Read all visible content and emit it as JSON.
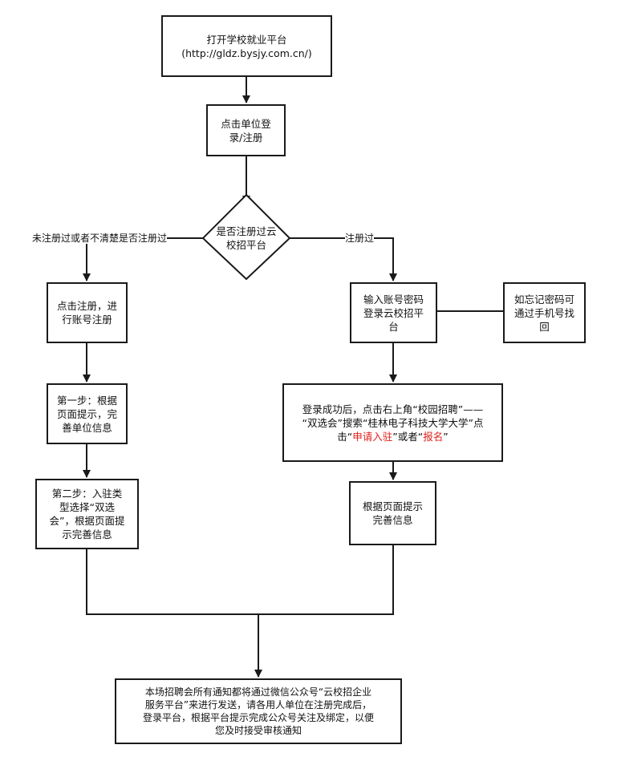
{
  "nodes": {
    "open_platform": {
      "line1": "打开学校就业平台",
      "line2": "(http://gldz.bysjy.com.cn/)"
    },
    "click_login": {
      "line1": "点击单位登",
      "line2": "录/注册"
    },
    "decision": {
      "line1": "是否注册过云",
      "line2": "校招平台"
    },
    "click_register": {
      "line1": "点击注册，进",
      "line2": "行账号注册"
    },
    "step1": {
      "line1": "第一步：根据",
      "line2": "页面提示，完",
      "line3": "善单位信息"
    },
    "step2": {
      "line1": "第二步：入驻类",
      "line2": "型选择“双选",
      "line3": "会”，根据页面提",
      "line4": "示完善信息"
    },
    "enter_account": {
      "line1": "输入账号密码",
      "line2": "登录云校招平",
      "line3": "台"
    },
    "forgot_password": {
      "line1": "如忘记密码可",
      "line2": "通过手机号找",
      "line3": "回"
    },
    "after_login": {
      "line1": "登录成功后，点击右上角“校园招聘”——",
      "line2": "“双选会”搜索“桂林电子科技大学大学”点",
      "line3_a": "击“",
      "line3_red1": "申请入驻",
      "line3_b": "”或者“",
      "line3_red2": "报名",
      "line3_c": "”"
    },
    "complete_info": {
      "line1": "根据页面提示",
      "line2": "完善信息"
    },
    "final_notice": {
      "line1": "本场招聘会所有通知都将通过微信公众号“云校招企业",
      "line2": "服务平台”来进行发送，请各用人单位在注册完成后，",
      "line3": "登录平台，根据平台提示完成公众号关注及绑定，以便",
      "line4": "您及时接受审核通知"
    }
  },
  "edges": {
    "not_registered": "未注册过或者不清楚是否注册过",
    "registered": "注册过"
  },
  "colors": {
    "stroke": "#1a1a1a",
    "highlight": "#e0201c"
  }
}
